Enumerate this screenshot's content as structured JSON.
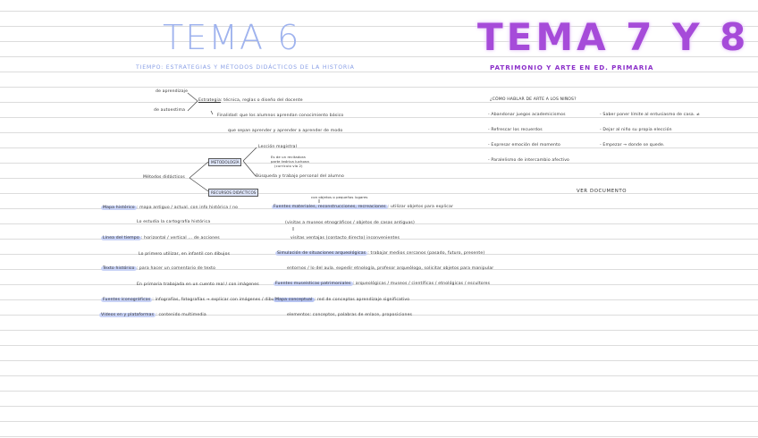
{
  "left": {
    "title": "TEMA 6",
    "subtitle": "TIEMPO: ESTRATEGIAS Y MÉTODOS DIDÁCTICOS DE LA HISTORIA",
    "top": {
      "branch1": "de aprendizaje",
      "branch2": "de autoestima",
      "estrategia_label": "Estrategia",
      "estrategia_text": ": técnica, reglas o diseño del docente",
      "finalidad": "Finalidad: que los alumnos aprendan conocimiento básico",
      "sea": "que sepan aprender y aprender a aprender de modo"
    },
    "metodos": {
      "root": "Métodos didácticos",
      "metodologia": "METODOLOGÍA",
      "recursos": "RECURSOS DIDÁCTICOS",
      "leccion": "Lección magistral",
      "bullets": [
        "Es de un recitadora",
        "parte teórica luchona",
        "(currículo vía 2)"
      ],
      "busqueda": "Búsqueda y trabajo personal del alumno"
    },
    "items": [
      {
        "label": "Mapa histórico",
        "text": ": mapa antiguo / actual. con info histórica / no"
      },
      {
        "label": "",
        "text": "Lo estudia la cartografía histórica"
      },
      {
        "label": "Línea del tiempo",
        "text": ": horizontal / vertical ... de acciones"
      },
      {
        "label": "",
        "text": "Lo primero utilizar, en infantil con dibujos"
      },
      {
        "label": "Texto histórico",
        "text": ": para hacer un comentario de texto"
      },
      {
        "label": "",
        "text": "En primaria trabajada en un cuento real / con imágenes"
      },
      {
        "label": "Fuentes iconográficas",
        "text": ": infografías, fotografías → explicar con imágenes / dibujos"
      },
      {
        "label": "Vídeos en y plataformas",
        "text": ": contenido multimedia"
      }
    ],
    "right_items": [
      {
        "label": "",
        "text": "con objetos o pequeños lugares"
      },
      {
        "label": "Fuentes materiales, reconstrucciones, recreaciones",
        "text": ": utilizar objetos para explicar"
      },
      {
        "label": "",
        "text": "(visitas a museos etnográficos / objetos de casas antiguas)"
      },
      {
        "label": "",
        "text": "visitas ventajas (contacto directo) inconvenientes"
      },
      {
        "label": "Simulación de situaciones arqueológicas",
        "text": ": trabajar medios cercanos (pasado, futuro, presente)"
      },
      {
        "label": "",
        "text": "entornos / lo del aula. expedir etnología, profesor arqueólogo, solicitar objetos para manipular"
      },
      {
        "label": "Fuentes museísticas patrimoniales",
        "text": ": arqueológicas / museos / científicas / etnológicas / escultores"
      },
      {
        "label": "Mapa conceptual",
        "text": ": red de conceptos aprendizaje significativo"
      },
      {
        "label": "",
        "text": "elementos: conceptos, palabras de enlace, proposiciones"
      }
    ]
  },
  "right": {
    "title": "TEMA 7 Y 8",
    "subtitle": "PATRIMONIO Y ARTE EN ED. PRIMARIA",
    "question": "¿CÓMO HABLAR DE ARTE A LOS NIÑOS?",
    "col1": [
      "- Abandonar juegos academicismos",
      "- Refrescar los recuerdos",
      "- Expresar emoción del momento",
      "- Paralelismo de intercambio afectivo"
    ],
    "col2": [
      "- Saber poner límite al entusiasmo de casa. ≠",
      "- Dejar al niño su propia elección",
      "- Empezar → donde se quede."
    ],
    "link": "VER DOCUMENTO"
  }
}
